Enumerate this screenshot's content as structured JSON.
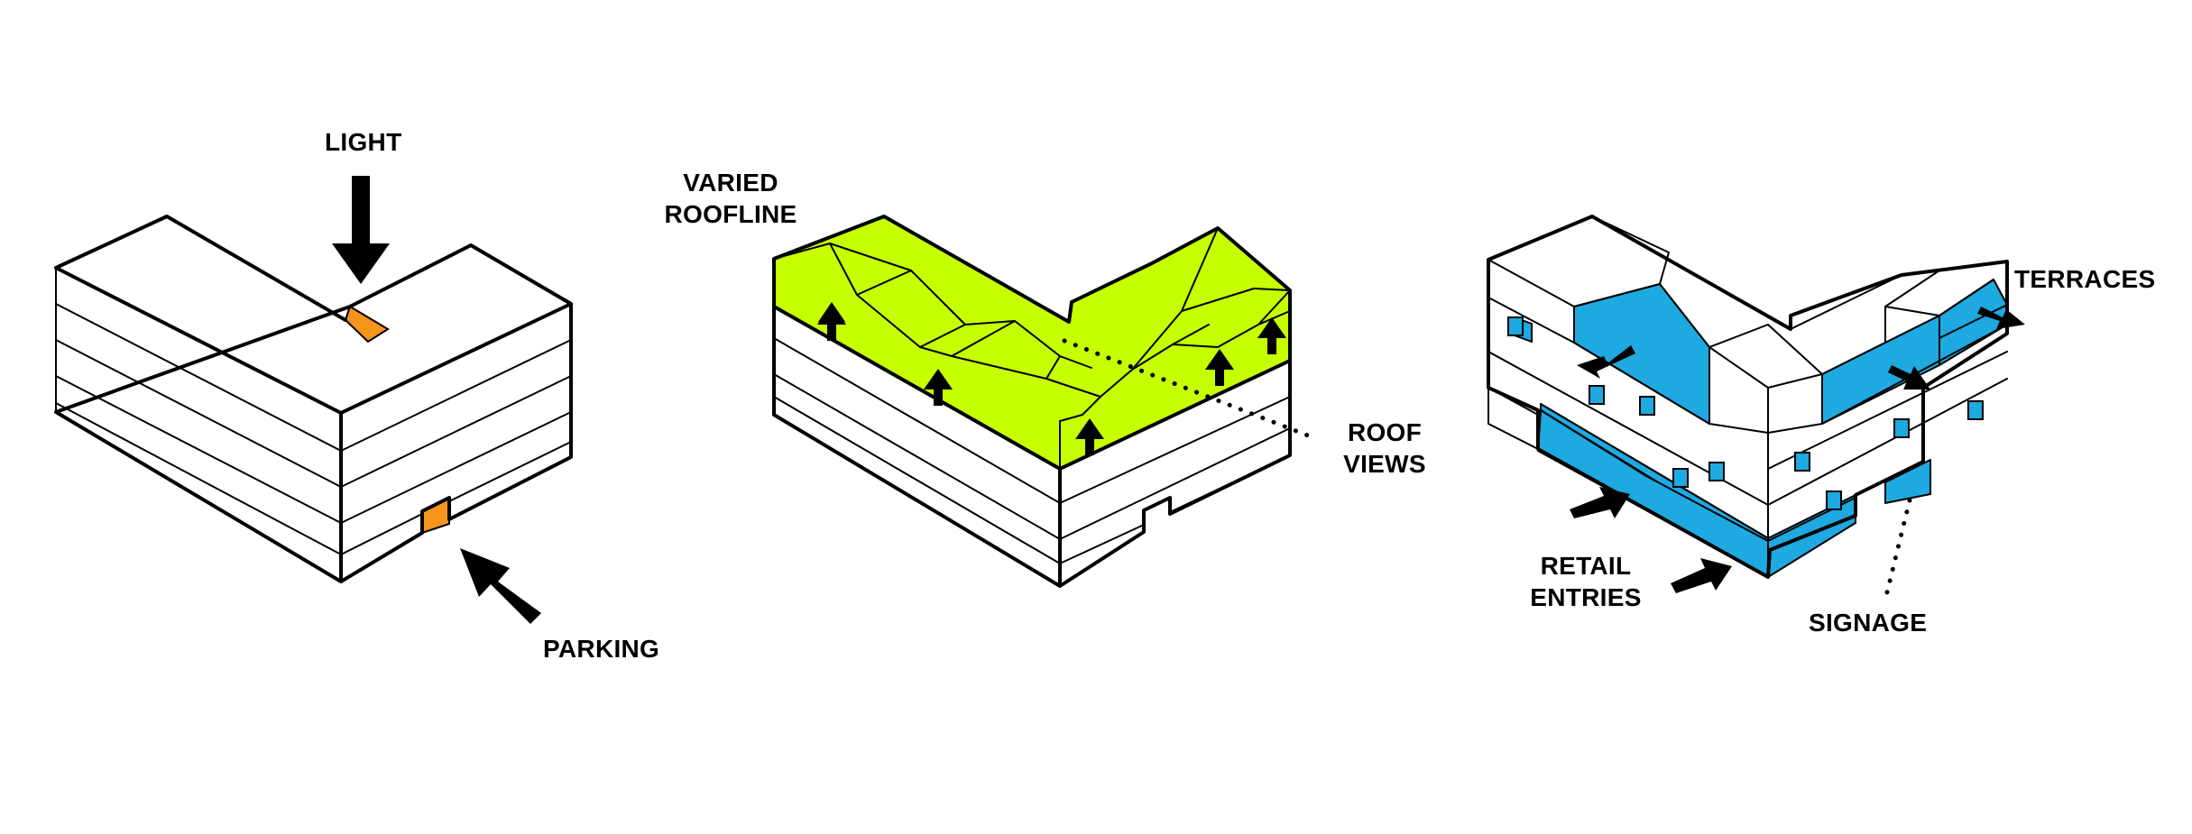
{
  "diagrams": [
    {
      "labels": {
        "light": "LIGHT",
        "parking": "PARKING"
      },
      "accent": "#F7941D"
    },
    {
      "labels": {
        "varied_roofline": "VARIED\nROOFLINE",
        "roof_views": "ROOF\nVIEWS"
      },
      "accent": "#C6FF00"
    },
    {
      "labels": {
        "terraces": "TERRACES",
        "retail_entries": "RETAIL\nENTRIES",
        "signage": "SIGNAGE"
      },
      "accent": "#1EA9E1"
    }
  ]
}
